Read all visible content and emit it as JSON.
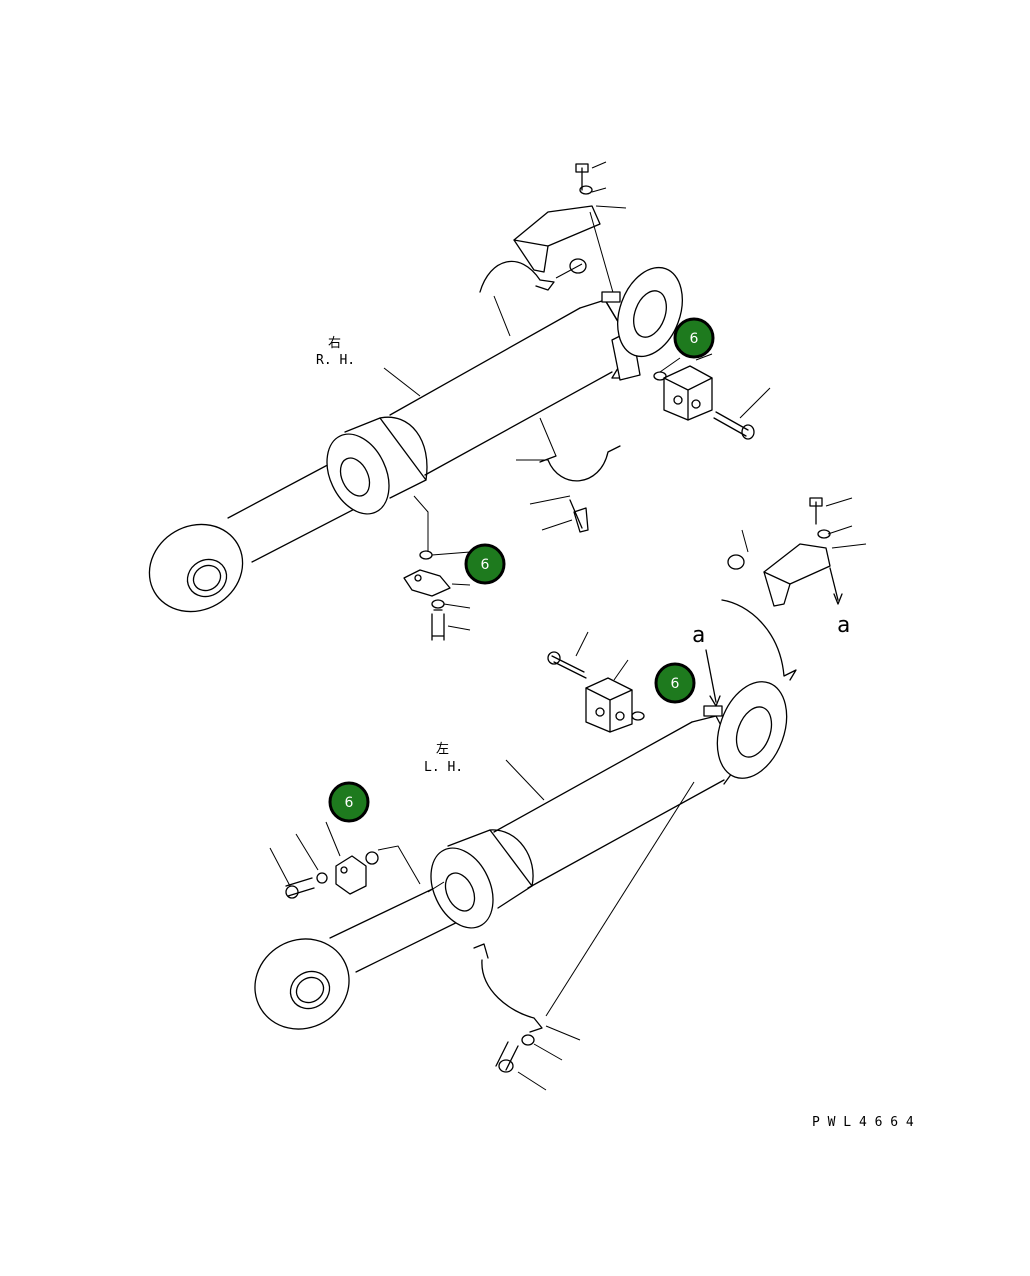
{
  "labels": {
    "rh_kanji": "右",
    "rh": "R. H.",
    "lh_kanji": "左",
    "lh": "L. H.",
    "view_a_top": "a",
    "view_a_side": "a",
    "code": "P W L 4 6 6 4"
  },
  "callouts": [
    {
      "id": "callout-rh-head",
      "text": "6"
    },
    {
      "id": "callout-rh-flange",
      "text": "6"
    },
    {
      "id": "callout-lh-head",
      "text": "6"
    },
    {
      "id": "callout-lh-flange",
      "text": "6"
    }
  ],
  "colors": {
    "badge": "#1e7a1e",
    "badge_text": "#ffffff",
    "line": "#000000"
  }
}
